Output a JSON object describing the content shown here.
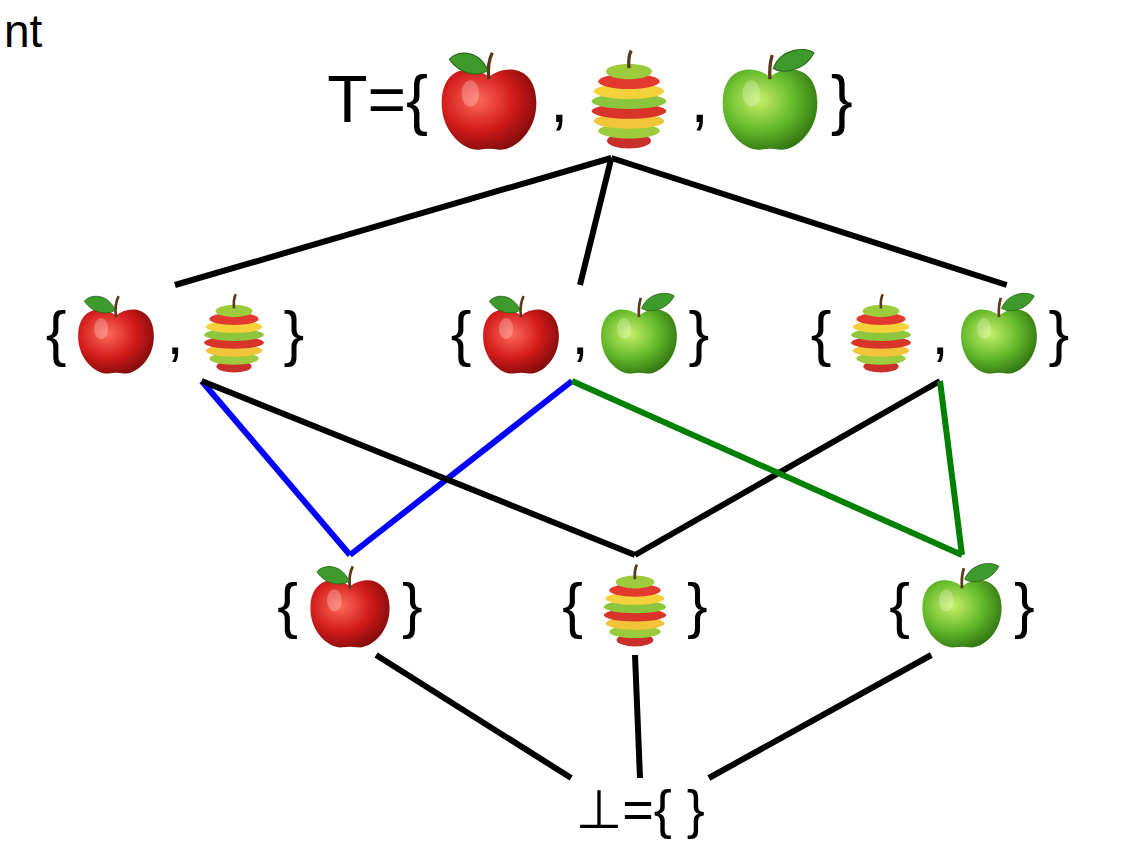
{
  "diagram": {
    "nodes": [
      {
        "text": [
          "T={",
          ",",
          ",",
          "}"
        ]
      },
      {
        "text": [
          "{",
          ",",
          "}"
        ]
      },
      {
        "text": [
          "{",
          ",",
          "}"
        ]
      },
      {
        "text": [
          "{",
          ",",
          "}"
        ]
      },
      {
        "text": [
          "{",
          "}"
        ]
      },
      {
        "text": [
          "{",
          "}"
        ]
      },
      {
        "text": [
          "{",
          "}"
        ]
      },
      {
        "text": [
          "⊥={ }"
        ]
      }
    ],
    "edges": [
      {
        "from": 0,
        "to": 1,
        "arrow": "none"
      },
      {
        "from": 0,
        "to": 2,
        "arrow": "none"
      },
      {
        "from": 0,
        "to": 3,
        "arrow": "none"
      },
      {
        "from": 1,
        "to": 4,
        "arrow": "none"
      },
      {
        "from": 2,
        "to": 4,
        "arrow": "none"
      },
      {
        "from": 1,
        "to": 5,
        "arrow": "none"
      },
      {
        "from": 3,
        "to": 5,
        "arrow": "none"
      },
      {
        "from": 2,
        "to": 6,
        "arrow": "none"
      },
      {
        "from": 3,
        "to": 6,
        "arrow": "none"
      },
      {
        "from": 4,
        "to": 7,
        "arrow": "none"
      },
      {
        "from": 5,
        "to": 7,
        "arrow": "none"
      },
      {
        "from": 6,
        "to": 7,
        "arrow": "none"
      }
    ],
    "labels": [
      "nt"
    ]
  }
}
